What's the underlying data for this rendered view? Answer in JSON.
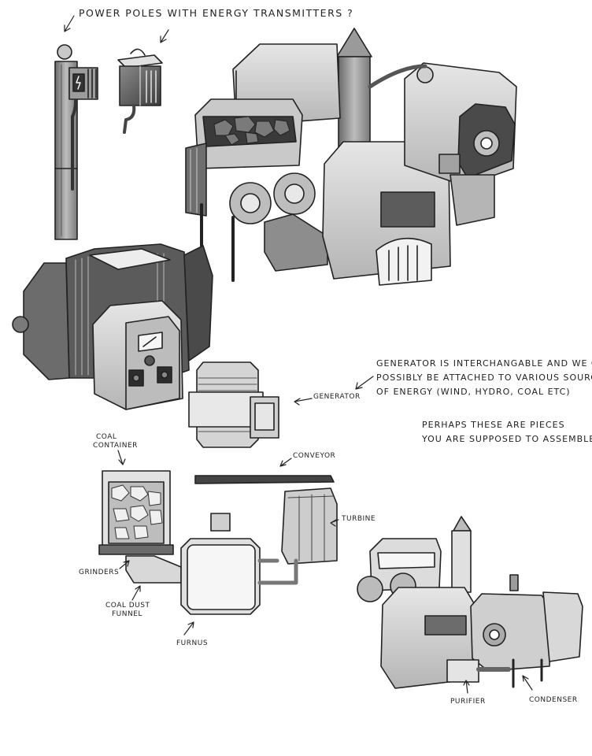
{
  "notes": {
    "power_poles": "POWER POLES WITH ENERGY TRANSMITTERS ?",
    "generator_note_1": "GENERATOR IS INTERCHANGABLE AND WE CAN",
    "generator_note_2": "POSSIBLY BE ATTACHED TO VARIOUS SOURCES",
    "generator_note_3": "OF ENERGY (WIND, HYDRO, COAL ETC)",
    "pieces_note_1": "PERHAPS THESE ARE PIECES",
    "pieces_note_2": "YOU ARE SUPPOSED TO ASSEMBLE"
  },
  "labels": {
    "generator": "GENERATOR",
    "coal_container_1": "COAL",
    "coal_container_2": "CONTAINER",
    "conveyor": "CONVEYOR",
    "turbine": "TURBINE",
    "grinders": "GRINDERS",
    "coal_dust_1": "COAL DUST",
    "coal_dust_2": "FUNNEL",
    "furnus": "FURNUS",
    "purifier": "PURIFIER",
    "condenser": "CONDENSER"
  },
  "colors": {
    "ink": "#222222",
    "paper": "#ffffff",
    "metal_light": "#d9d9d9",
    "metal_mid": "#a8a8a8",
    "metal_dark": "#5a5a5a",
    "shadow": "#3a3a3a"
  }
}
